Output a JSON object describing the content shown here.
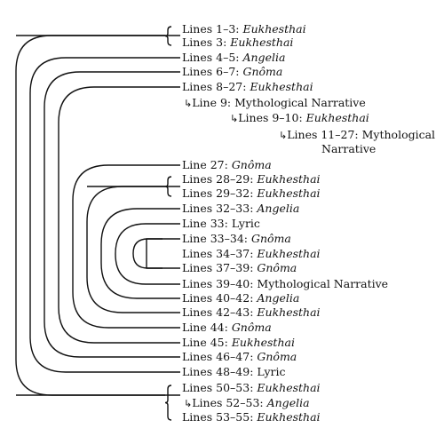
{
  "entries": [
    {
      "lines": "Lines 1–3: ",
      "genre": "Eukhesthai",
      "genre_italic": true
    },
    {
      "lines": "Lines 3: ",
      "genre": "Eukhesthai",
      "genre_italic": true
    },
    {
      "lines": "Lines 4–5: ",
      "genre": "Angelia",
      "genre_italic": true
    },
    {
      "lines": "Lines 6–7: ",
      "genre": "Gnômа",
      "genre_italic": true
    },
    {
      "lines": "Lines 8–27: ",
      "genre": "Eukhesthai",
      "genre_italic": true
    },
    {
      "lines": "Line 9: ",
      "genre": "Mythological Narrative",
      "genre_italic": false,
      "arrow": "↳"
    },
    {
      "lines": "Lines 9–10: ",
      "genre": "Eukhesthai",
      "genre_italic": true,
      "arrow": "↳"
    },
    {
      "lines": "Lines 11–27: ",
      "genre": "Mythological",
      "genre_italic": false,
      "genre_cont": "Narrative",
      "arrow": "↳"
    },
    {
      "lines": "Line 27: ",
      "genre": "Gnômа",
      "genre_italic": true
    },
    {
      "lines": "Lines 28–29: ",
      "genre": "Eukhesthai",
      "genre_italic": true
    },
    {
      "lines": "Lines 29–32: ",
      "genre": "Eukhesthai",
      "genre_italic": true
    },
    {
      "lines": "Lines 32–33: ",
      "genre": "Angelia",
      "genre_italic": true
    },
    {
      "lines": "Line 33: ",
      "genre": "Lyric",
      "genre_italic": false
    },
    {
      "lines": "Line 33–34: ",
      "genre": "Gnômа",
      "genre_italic": true
    },
    {
      "lines": "Lines 34–37: ",
      "genre": "Eukhesthai",
      "genre_italic": true
    },
    {
      "lines": "Lines 37–39: ",
      "genre": "Gnômа",
      "genre_italic": true
    },
    {
      "lines": "Lines 39–40: ",
      "genre": "Mythological Narrative",
      "genre_italic": false
    },
    {
      "lines": "Lines 40–42: ",
      "genre": "Angelia",
      "genre_italic": true
    },
    {
      "lines": "Lines 42–43: ",
      "genre": "Eukhesthai",
      "genre_italic": true
    },
    {
      "lines": "Line 44: ",
      "genre": "Gnômа",
      "genre_italic": true
    },
    {
      "lines": "Line 45: ",
      "genre": "Eukhesthai",
      "genre_italic": true
    },
    {
      "lines": "Lines 46–47: ",
      "genre": "Gnômа",
      "genre_italic": true
    },
    {
      "lines": "Lines 48–49: ",
      "genre": "Lyric",
      "genre_italic": false
    },
    {
      "lines": "Lines 50–53: ",
      "genre": "Eukhesthai",
      "genre_italic": true
    },
    {
      "lines": "Lines 52–53: ",
      "genre": "Angelia",
      "genre_italic": true,
      "arrow": "↳"
    },
    {
      "lines": "Lines 53–55: ",
      "genre": "Eukhesthai",
      "genre_italic": true
    }
  ],
  "line_color": "#111111"
}
